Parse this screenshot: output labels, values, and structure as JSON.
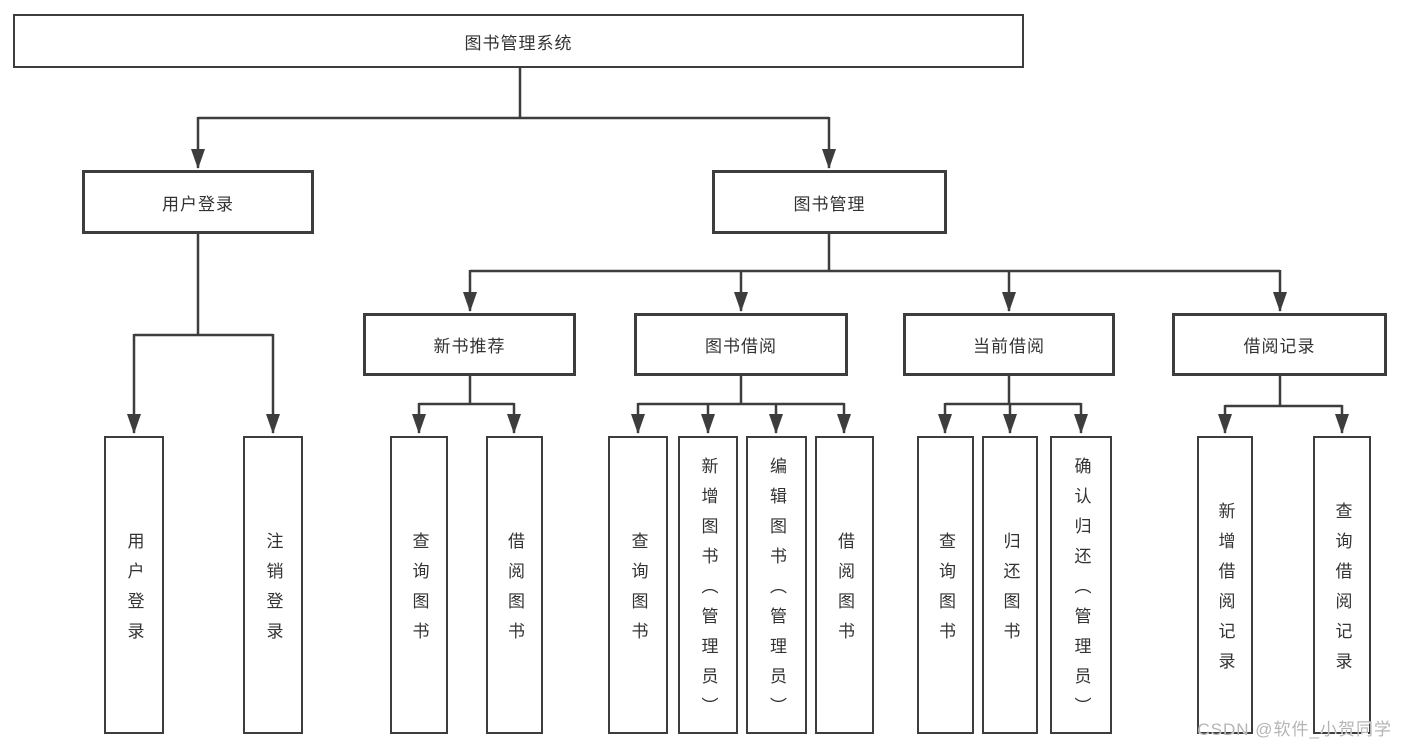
{
  "diagram_type": "hierarchy-tree",
  "colors": {
    "line": "#3d3d3d",
    "box_border": "#3d3d3d",
    "box_fill": "#ffffff",
    "text": "#333333",
    "background": "#ffffff",
    "watermark": "#b5b5b5"
  },
  "tree": {
    "label": "图书管理系统",
    "children": [
      {
        "label": "用户登录",
        "children": [
          {
            "label": "用户登录"
          },
          {
            "label": "注销登录"
          }
        ]
      },
      {
        "label": "图书管理",
        "children": [
          {
            "label": "新书推荐",
            "children": [
              {
                "label": "查询图书"
              },
              {
                "label": "借阅图书"
              }
            ]
          },
          {
            "label": "图书借阅",
            "children": [
              {
                "label": "查询图书"
              },
              {
                "label": "新增图书（管理员）"
              },
              {
                "label": "编辑图书（管理员）"
              },
              {
                "label": "借阅图书"
              }
            ]
          },
          {
            "label": "当前借阅",
            "children": [
              {
                "label": "查询图书"
              },
              {
                "label": "归还图书"
              },
              {
                "label": "确认归还（管理员）"
              }
            ]
          },
          {
            "label": "借阅记录",
            "children": [
              {
                "label": "新增借阅记录"
              },
              {
                "label": "查询借阅记录"
              }
            ]
          }
        ]
      }
    ]
  },
  "watermark": {
    "text": "CSDN @软件_小贺同学"
  }
}
